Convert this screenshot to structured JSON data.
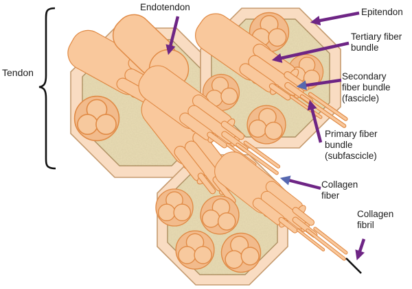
{
  "figure": {
    "labels": {
      "tendon": "Tendon",
      "endotendon": "Endotendon",
      "epitendon": "Epitendon",
      "tertiary_fiber_bundle": "Tertiary fiber\nbundle",
      "secondary_fiber_bundle": "Secondary\nfiber bundle\n(fascicle)",
      "primary_fiber_bundle": "Primary fiber\nbundle\n(subfascicle)",
      "collagen_fiber": "Collagen\nfiber",
      "collagen_fibril": "Collagen\nfibril"
    },
    "colors": {
      "arrow_purple": "#6e2585",
      "arrowhead_blue": "#5668b0",
      "epitenon_ring_fill": "#f9dcc2",
      "ring_stroke": "#c59a6e",
      "matrix_fill": "#e8dcb4",
      "matrix_stroke": "#a8895a",
      "bundle_fill": "#f9c89c",
      "bundle_stroke": "#e08a45",
      "fascicle_fill": "#f2bb8c",
      "subfascicle_fill": "#f7c99e",
      "text": "#1b1b1b",
      "bracket": "#111111",
      "background": "#ffffff"
    }
  }
}
